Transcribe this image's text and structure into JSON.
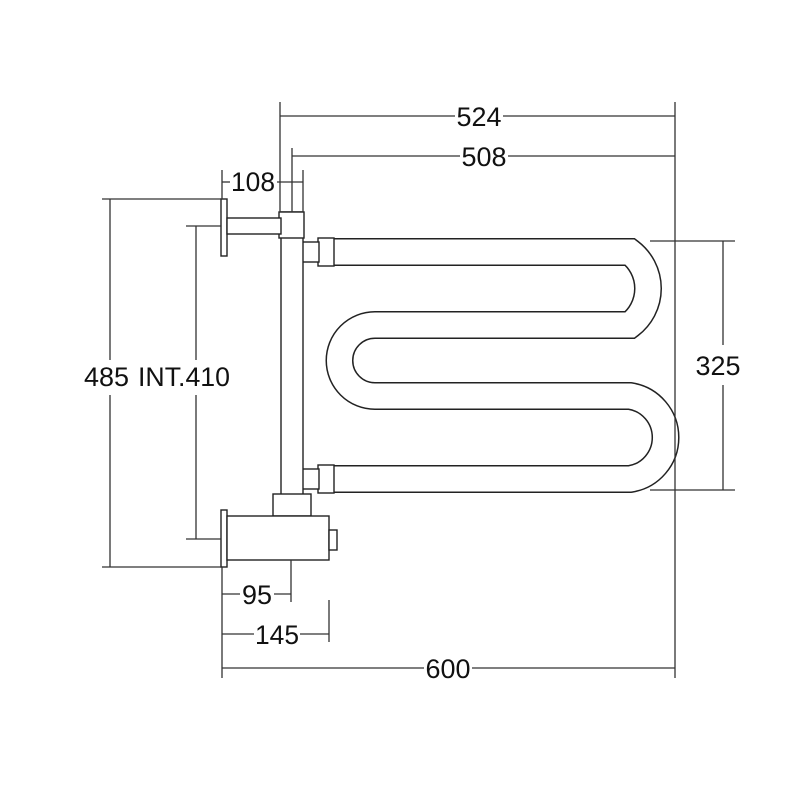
{
  "dimensions": {
    "overall_tube_width": "524",
    "bar_width": "508",
    "top_offset": "108",
    "overall_height": "485",
    "inner_height": "INT.410",
    "loop_height": "325",
    "valve_offset": "95",
    "valve_body": "145",
    "overall_width": "600"
  }
}
